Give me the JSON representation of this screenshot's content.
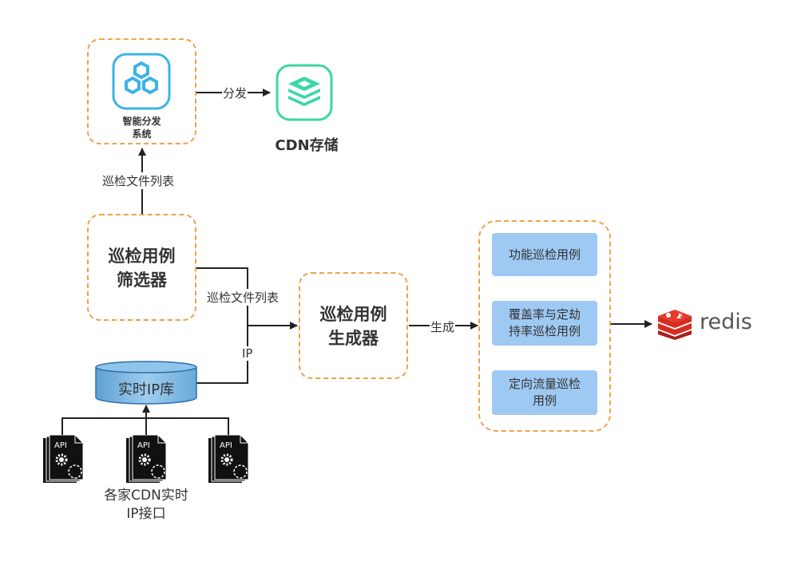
{
  "nodes": {
    "dispatch_system": {
      "label": "智能分发\n系统",
      "line1": "智能分发",
      "line2": "系统"
    },
    "cdn_storage": {
      "label": "CDN存储"
    },
    "case_filter": {
      "line1": "巡检用例",
      "line2": "筛选器"
    },
    "case_generator": {
      "line1": "巡检用例",
      "line2": "生成器"
    },
    "ip_db": {
      "label": "实时IP库"
    },
    "cdn_api": {
      "line1": "各家CDN实时",
      "line2": "IP接口",
      "api_badge": "API"
    },
    "case_group": {
      "items": [
        {
          "line1": "功能巡检用例",
          "line2": ""
        },
        {
          "line1": "覆盖率与定劫",
          "line2": "持率巡检用例"
        },
        {
          "line1": "定向流量巡检",
          "line2": "用例"
        }
      ]
    },
    "redis": {
      "label": "redis"
    }
  },
  "edges": {
    "dispatch": "分发",
    "filter_to_dispatch": "巡检文件列表",
    "filter_to_generator": "巡检文件列表",
    "ip_to_generator": "IP",
    "generate": "生成"
  },
  "colors": {
    "dashed_border": "#f0a24a",
    "card_blue": "#9ec9f3",
    "dispatch_icon": "#3bb3e8",
    "cdn_icon": "#3dd6a6",
    "redis_red": "#d82c20",
    "db_top": "#8fc5ea",
    "db_body": "#6aa9d8"
  }
}
